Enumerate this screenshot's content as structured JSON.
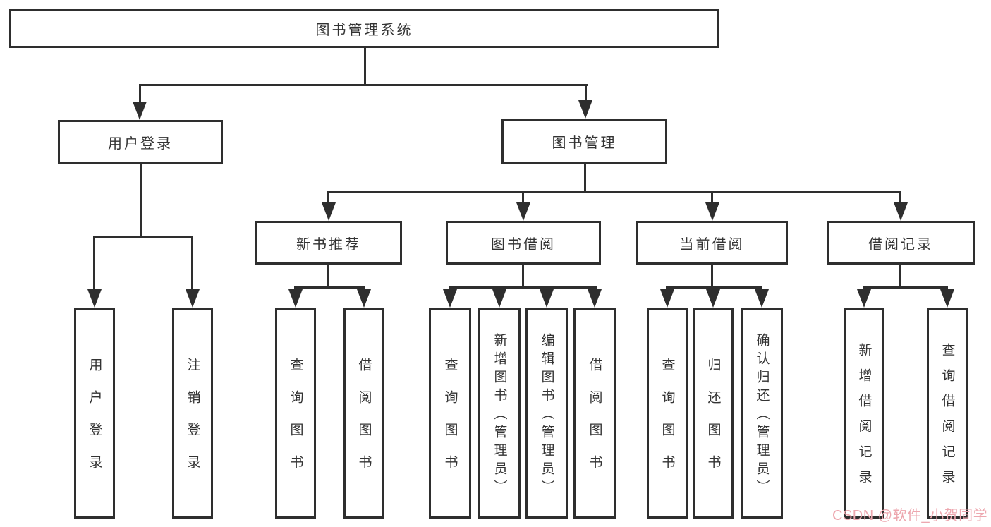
{
  "colors": {
    "line": "#2e2e2e",
    "text": "#333333",
    "watermark": "#eda7af",
    "background": "#ffffff"
  },
  "watermark": {
    "text": "CSDN @软件_小贺同学"
  },
  "chart_type": "hierarchy-tree",
  "tree": {
    "root": {
      "label": "图书管理系统"
    },
    "branches": [
      {
        "label": "用户登录",
        "children": [
          {
            "label": "用户登录"
          },
          {
            "label": "注销登录"
          }
        ]
      },
      {
        "label": "图书管理",
        "children": [
          {
            "label": "新书推荐",
            "children": [
              {
                "label": "查询图书"
              },
              {
                "label": "借阅图书"
              }
            ]
          },
          {
            "label": "图书借阅",
            "children": [
              {
                "label": "查询图书"
              },
              {
                "label": "新增图书（管理员）"
              },
              {
                "label": "编辑图书（管理员）"
              },
              {
                "label": "借阅图书"
              }
            ]
          },
          {
            "label": "当前借阅",
            "children": [
              {
                "label": "查询图书"
              },
              {
                "label": "归还图书"
              },
              {
                "label": "确认归还（管理员）"
              }
            ]
          },
          {
            "label": "借阅记录",
            "children": [
              {
                "label": "新增借阅记录"
              },
              {
                "label": "查询借阅记录"
              }
            ]
          }
        ]
      }
    ]
  }
}
